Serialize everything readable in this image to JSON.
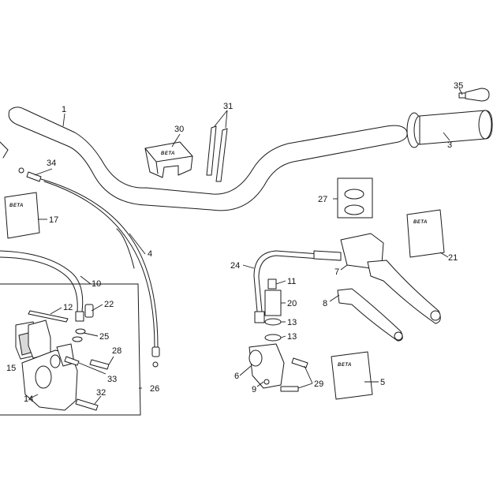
{
  "diagram": {
    "brand_logo_text": "BETA",
    "callouts": [
      {
        "id": "1",
        "label": "1"
      },
      {
        "id": "3",
        "label": "3"
      },
      {
        "id": "4",
        "label": "4"
      },
      {
        "id": "5",
        "label": "5"
      },
      {
        "id": "6",
        "label": "6"
      },
      {
        "id": "7",
        "label": "7"
      },
      {
        "id": "8",
        "label": "8"
      },
      {
        "id": "9",
        "label": "9"
      },
      {
        "id": "10",
        "label": "10"
      },
      {
        "id": "11",
        "label": "11"
      },
      {
        "id": "12",
        "label": "12"
      },
      {
        "id": "13a",
        "label": "13"
      },
      {
        "id": "13b",
        "label": "13"
      },
      {
        "id": "14",
        "label": "14"
      },
      {
        "id": "15",
        "label": "15"
      },
      {
        "id": "17",
        "label": "17"
      },
      {
        "id": "20",
        "label": "20"
      },
      {
        "id": "21",
        "label": "21"
      },
      {
        "id": "22",
        "label": "22"
      },
      {
        "id": "24",
        "label": "24"
      },
      {
        "id": "25",
        "label": "25"
      },
      {
        "id": "26",
        "label": "26"
      },
      {
        "id": "27",
        "label": "27"
      },
      {
        "id": "28",
        "label": "28"
      },
      {
        "id": "29",
        "label": "29"
      },
      {
        "id": "30",
        "label": "30"
      },
      {
        "id": "31",
        "label": "31"
      },
      {
        "id": "32",
        "label": "32"
      },
      {
        "id": "33",
        "label": "33"
      },
      {
        "id": "34",
        "label": "34"
      },
      {
        "id": "35",
        "label": "35"
      }
    ]
  }
}
